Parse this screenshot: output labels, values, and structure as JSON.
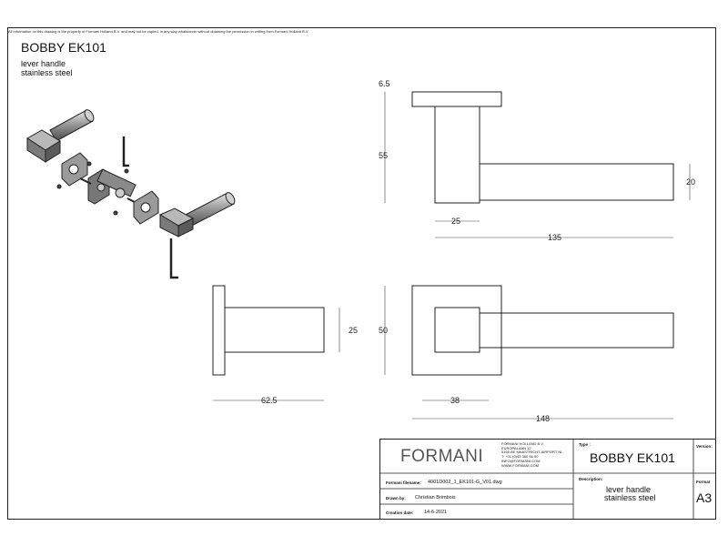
{
  "notice": "All information on this drawing is the property of Formani Holland B.V. and may not be copied, in any way whatsoever without obtaining the permission in writing from Formani Holland B.V.",
  "drawing": {
    "title": "BOBBY EK101",
    "subtitle_line1": "lever handle",
    "subtitle_line2": "stainless steel"
  },
  "dimensions": {
    "plate_thickness": "6.5",
    "height": "55",
    "lever_width": "20",
    "neck_width": "25",
    "lever_length": "135",
    "rosette_side": "25",
    "projection": "62.5",
    "plate_size": "50",
    "neck_offset": "38",
    "total_length": "148"
  },
  "title_block": {
    "logo": "FORMANI",
    "address": "FORMANI HOLLAND B.V.\nEUROPALAAN 12\n5165 BE MAASTRICHT-AIRPORT NL\nT: +31 (0)43 360 56 00\nINFO@FORMANI.COM\nWWW.FORMANI.COM",
    "type_label": "Type :",
    "type_value": "BOBBY EK101",
    "version_label": "Version:",
    "version_value": "",
    "filename_label": "Formani filename:",
    "filename_value": "4001D002_1_EK101-G_V01.dwg",
    "description_label": "Description:",
    "description_line1": "lever handle",
    "description_line2": "stainless steel",
    "format_label": "Format",
    "format_value": "A3",
    "drawn_label": "Drawn by:",
    "drawn_value": "Christian Brimbois",
    "date_label": "Creation date:",
    "date_value": "14-6-2021"
  }
}
